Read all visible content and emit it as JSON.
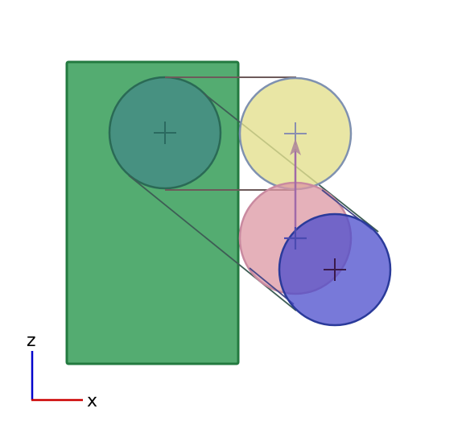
{
  "axes": {
    "horizontal_label": "x",
    "vertical_label": "z",
    "horizontal_color": "#cc0000",
    "vertical_color": "#0000cc"
  },
  "shapes": {
    "rectangle": {
      "fill": "#2e9a52",
      "stroke": "#237a40",
      "opacity": 0.82
    },
    "circle_in_rectangle": {
      "fill": "#3f7f8c",
      "stroke": "#2a6a55",
      "opacity": 0.6
    },
    "yellow_circle": {
      "fill": "#e3e08e",
      "stroke": "#7f91b0",
      "opacity": 0.8
    },
    "pink_circle": {
      "fill": "#dc97a3",
      "stroke": "#c98aa0",
      "opacity": 0.75
    },
    "blue_circle": {
      "fill": "#4b4ccc",
      "stroke": "#2a3a9a",
      "opacity": 0.75
    }
  },
  "arrow": {
    "color": "#a06aa8",
    "direction": "up"
  }
}
